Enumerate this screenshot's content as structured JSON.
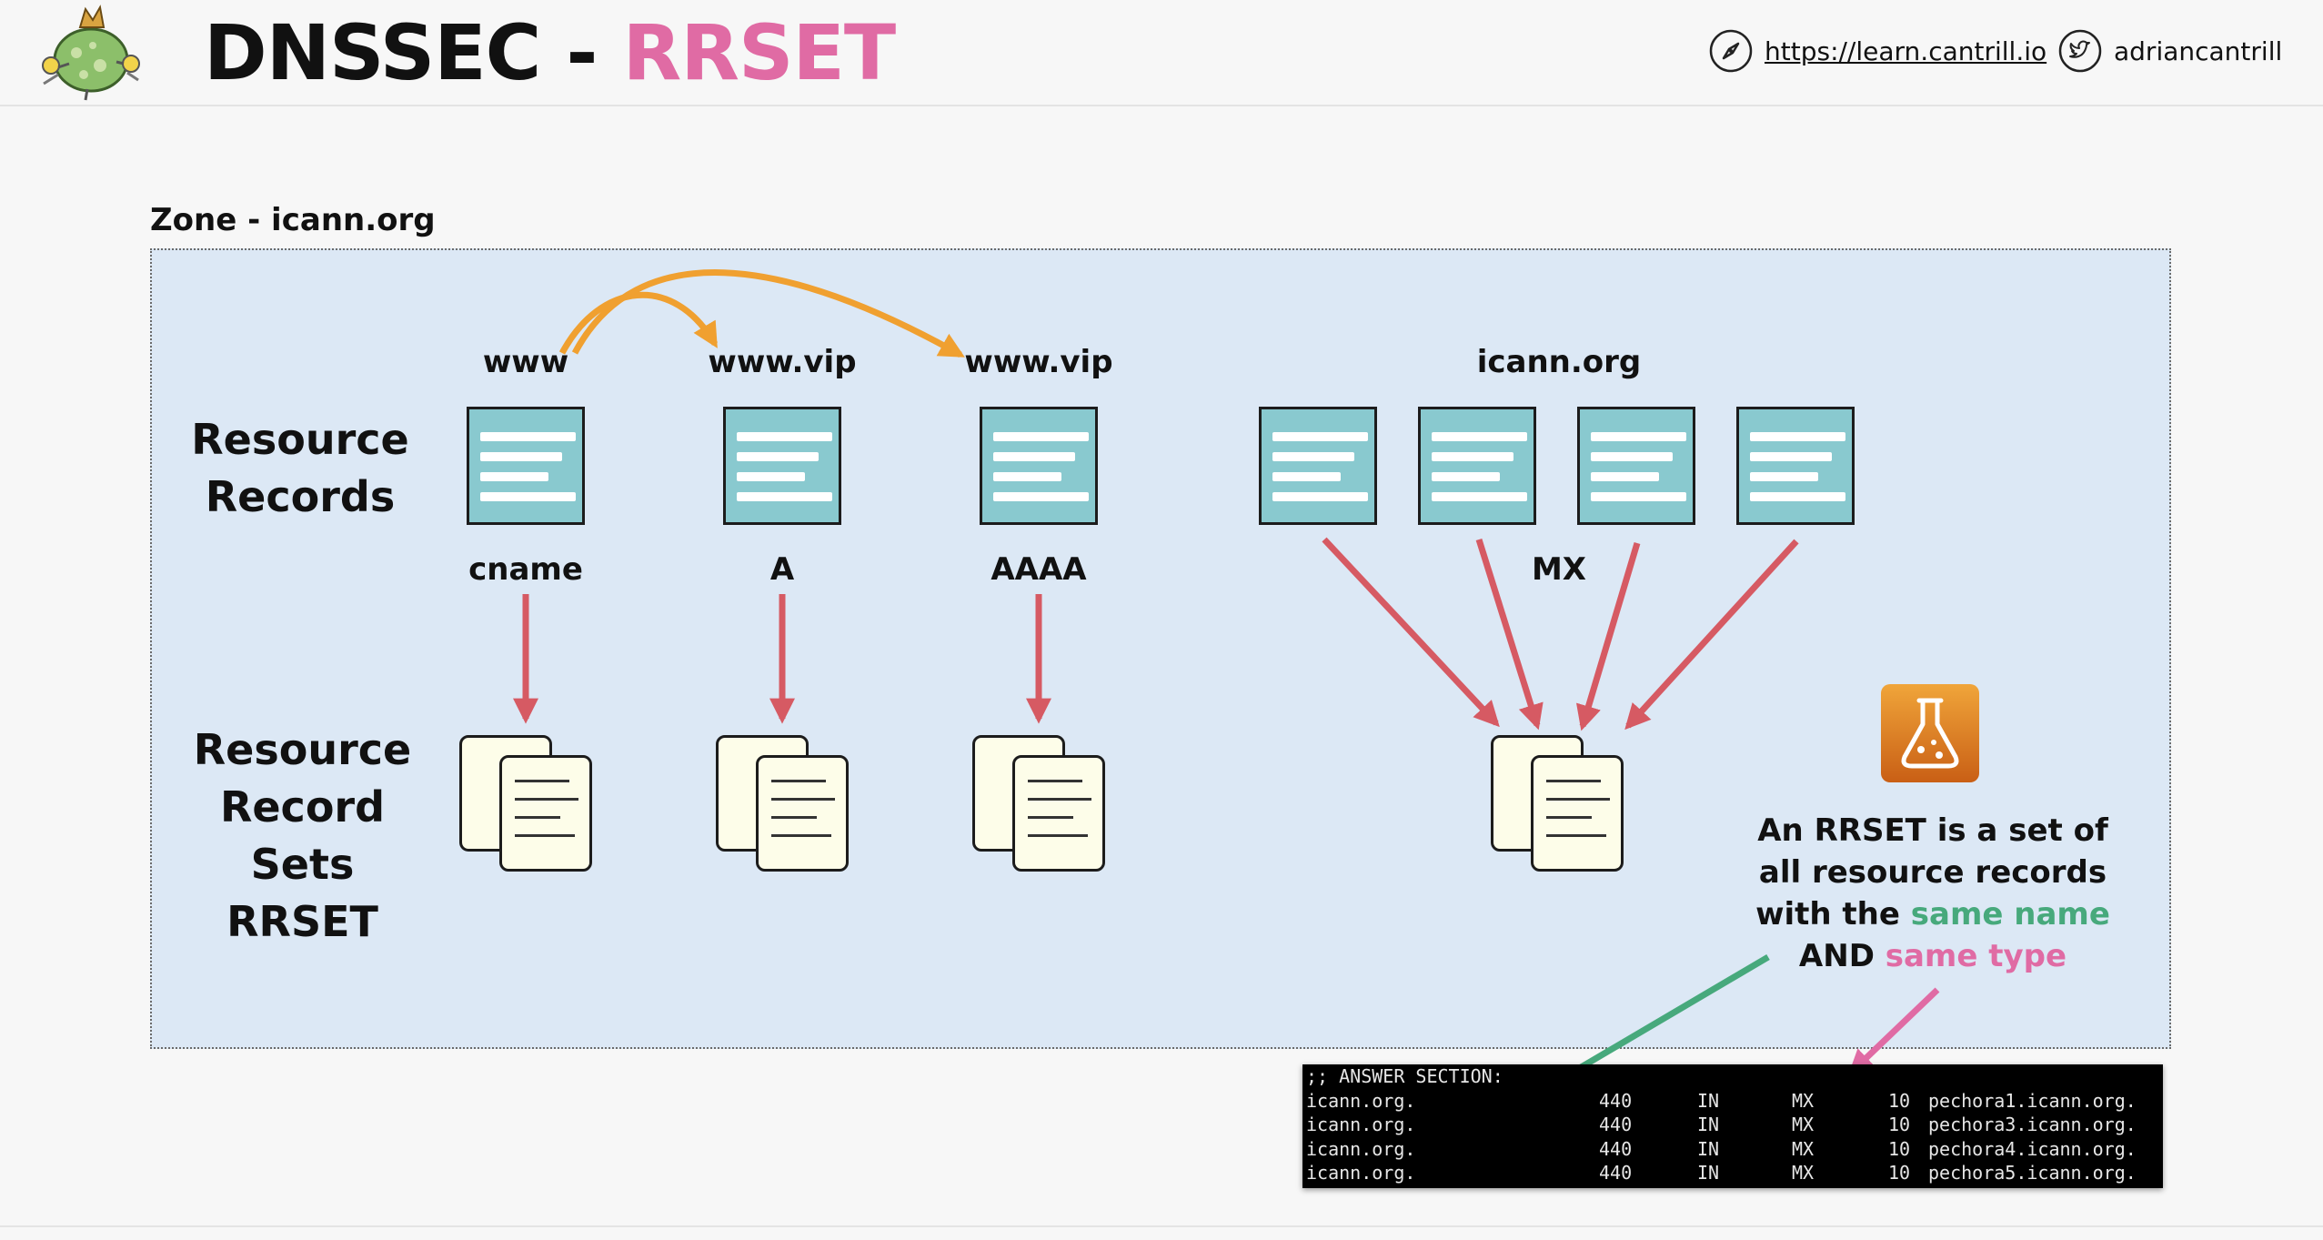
{
  "header": {
    "title_main": "DNSSEC - ",
    "title_accent": "RRSET",
    "site_url": "https://learn.cantrill.io",
    "twitter_handle": "adriancantrill",
    "icons": {
      "logo": "cantrill-logo",
      "site": "compass-icon",
      "twitter": "twitter-icon"
    }
  },
  "diagram": {
    "zone_label": "Zone - icann.org",
    "row_labels": {
      "resource_records": [
        "Resource",
        "Records"
      ],
      "rrsets": [
        "Resource",
        "Record Sets",
        "RRSET"
      ]
    },
    "groups": [
      {
        "name": "www",
        "type": "cname",
        "record_count": 1
      },
      {
        "name": "www.vip",
        "type": "A",
        "record_count": 1
      },
      {
        "name": "www.vip",
        "type": "AAAA",
        "record_count": 1
      },
      {
        "name": "icann.org",
        "type": "MX",
        "record_count": 4
      }
    ],
    "note": {
      "line1": "An RRSET is a set of",
      "line2": "all resource records",
      "line3_prefix": "with the ",
      "same_name": "same name",
      "line4_prefix": "AND ",
      "same_type": "same type"
    },
    "colors": {
      "zone_fill": "#dce8f5",
      "record_fill": "#89c9cf",
      "rrset_fill": "#fdfde9",
      "arrow_red": "#d65a63",
      "arrow_orange": "#f0a030",
      "arrow_green": "#47a97c",
      "arrow_pink": "#e06ba4",
      "accent_pink": "#e06ba4"
    },
    "icon": "lab-flask-icon"
  },
  "terminal": {
    "header": ";; ANSWER SECTION:",
    "rows": [
      {
        "name": "icann.org.",
        "ttl": "440",
        "class": "IN",
        "type": "MX",
        "priority": "10",
        "target": "pechora1.icann.org."
      },
      {
        "name": "icann.org.",
        "ttl": "440",
        "class": "IN",
        "type": "MX",
        "priority": "10",
        "target": "pechora3.icann.org."
      },
      {
        "name": "icann.org.",
        "ttl": "440",
        "class": "IN",
        "type": "MX",
        "priority": "10",
        "target": "pechora4.icann.org."
      },
      {
        "name": "icann.org.",
        "ttl": "440",
        "class": "IN",
        "type": "MX",
        "priority": "10",
        "target": "pechora5.icann.org."
      }
    ]
  }
}
